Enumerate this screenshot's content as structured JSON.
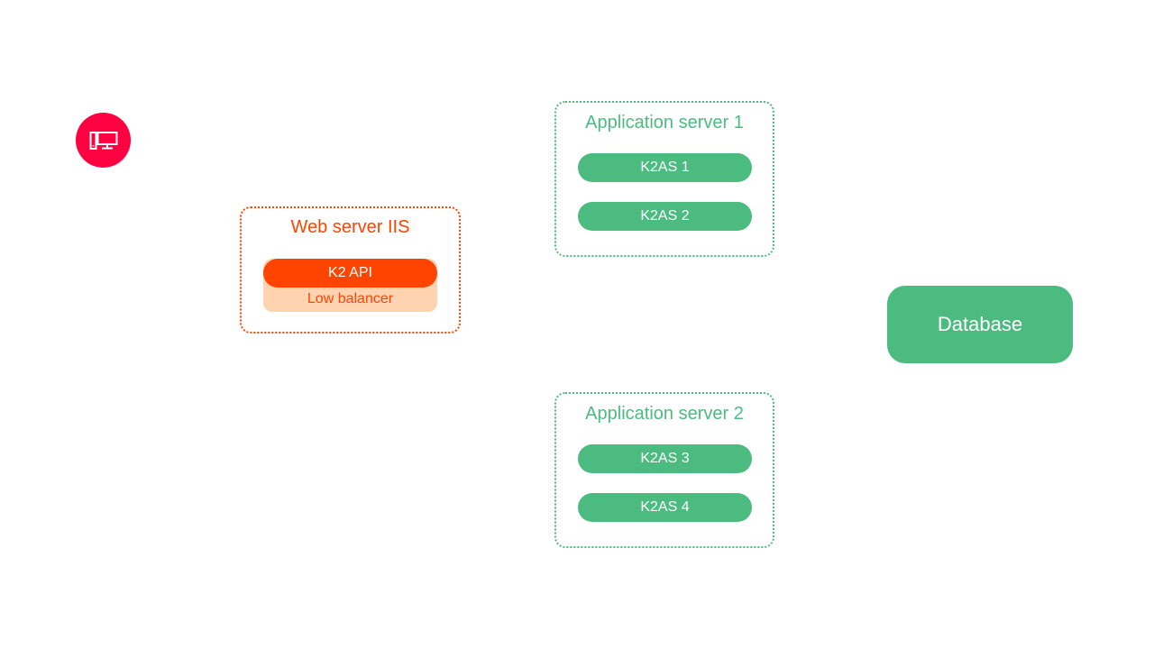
{
  "colors": {
    "client_bg": "#ff0040",
    "orange": "#ff4400",
    "orange_light": "#ffd2b0",
    "green": "#4bbb80",
    "white": "#ffffff"
  },
  "client": {
    "icon": "desktop-computer-icon"
  },
  "web_server": {
    "title": "Web server IIS",
    "api_label": "K2 API",
    "balancer_label": "Low balancer"
  },
  "app_servers": [
    {
      "title": "Application server 1",
      "instances": [
        "K2AS 1",
        "K2AS 2"
      ]
    },
    {
      "title": "Application server 2",
      "instances": [
        "K2AS 3",
        "K2AS 4"
      ]
    }
  ],
  "database": {
    "label": "Database"
  }
}
